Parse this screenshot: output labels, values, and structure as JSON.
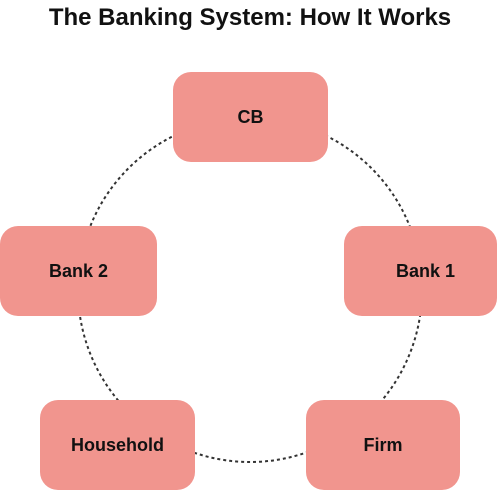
{
  "title": "The Banking System: How It Works",
  "colors": {
    "node_fill": "#f1958e",
    "connector": "#333333",
    "text": "#111111"
  },
  "connector_style": "dashed circle",
  "nodes": {
    "cb": "CB",
    "bank1": "Bank 1",
    "bank2": "Bank 2",
    "household": "Household",
    "firm": "Firm"
  }
}
